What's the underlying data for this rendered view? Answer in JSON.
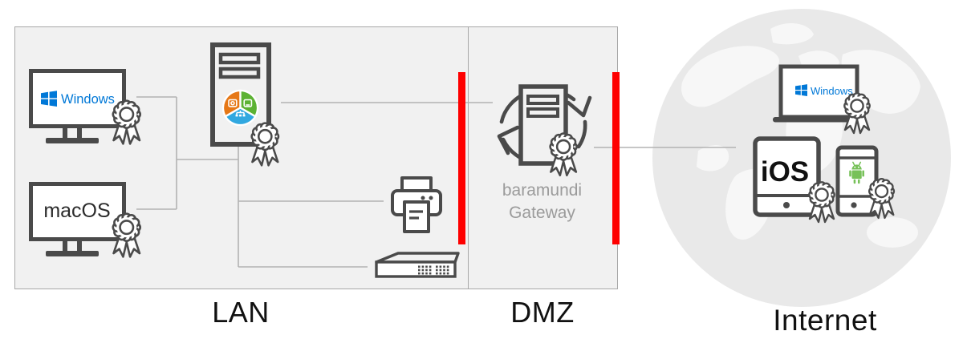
{
  "zones": {
    "lan": {
      "label": "LAN"
    },
    "dmz": {
      "label": "DMZ"
    },
    "internet": {
      "label": "Internet"
    }
  },
  "lan": {
    "windows_monitor_label": "Windows",
    "macos_monitor_label": "macOS",
    "icons": [
      "windows-flag-icon",
      "certificate-badge-icon",
      "server-tower-icon",
      "baramundi-suite-logo-icon",
      "printer-icon",
      "network-switch-icon"
    ]
  },
  "dmz": {
    "gateway_label_line1": "baramundi",
    "gateway_label_line2": "Gateway",
    "icons": [
      "sync-arrows-icon",
      "server-tower-icon",
      "certificate-badge-icon"
    ]
  },
  "internet": {
    "laptop_label": "Windows",
    "tablet_label": "iOS",
    "icons": [
      "globe-icon",
      "windows-flag-icon",
      "android-robot-icon",
      "certificate-badge-icon"
    ]
  },
  "colors": {
    "zone_fill": "#f1f1f1",
    "zone_border": "#a8a8a8",
    "connection_line": "#b3b3b3",
    "device_outline": "#4a4a4a",
    "firewall_red": "#fe0000",
    "windows_blue": "#0078d7",
    "android_green": "#77c159",
    "suite_logo_orange": "#e67817",
    "suite_logo_green": "#5cb233",
    "suite_logo_blue": "#31a8e0",
    "gateway_text_gray": "#9b9b9b",
    "globe_gray": "#e9e9e9",
    "continent_gray": "#f7f7f7",
    "label_black": "#111111"
  }
}
